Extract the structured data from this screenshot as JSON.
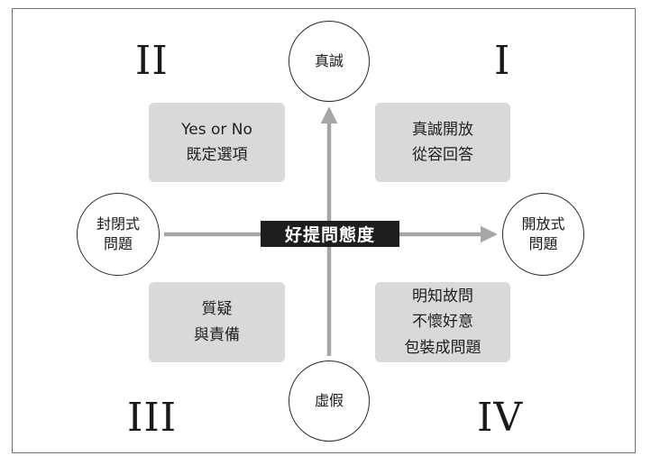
{
  "colors": {
    "axis": "#a6a6a6",
    "box_fill": "#d9d9d9",
    "frame": "#6f6f6f",
    "label_fill": "#1e1e1e"
  },
  "center_label": "好提問態度",
  "quadrant_numerals": {
    "top_left": "II",
    "top_right": "I",
    "bottom_left": "III",
    "bottom_right": "IV"
  },
  "axis_ends": {
    "top": "真誠",
    "bottom": "虛假",
    "left": [
      "封閉式",
      "問題"
    ],
    "right": [
      "開放式",
      "問題"
    ]
  },
  "boxes": {
    "top_left": [
      "Yes or No",
      "既定選項"
    ],
    "top_right": [
      "真誠開放",
      "從容回答"
    ],
    "bottom_left": [
      "質疑",
      "與責備"
    ],
    "bottom_right": [
      "明知故問",
      "不懷好意",
      "包裝成問題"
    ]
  }
}
